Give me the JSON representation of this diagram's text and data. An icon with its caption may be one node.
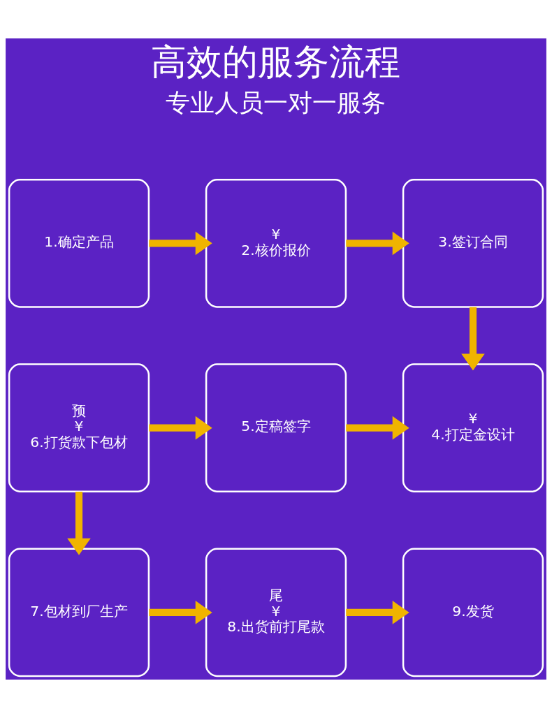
{
  "diagram": {
    "title": "高效的服务流程",
    "nodes": [
      {
        "text": [
          "1.确定产品"
        ]
      },
      {
        "text": [
          "¥",
          "2.核价报价"
        ]
      },
      {
        "text": [
          "3.签订合同"
        ]
      },
      {
        "text": [
          "预",
          "¥",
          "6.打货款下包材"
        ]
      },
      {
        "text": [
          "5.定稿签字"
        ]
      },
      {
        "text": [
          "¥",
          "4.打定金设计"
        ]
      },
      {
        "text": [
          "7.包材到厂生产"
        ]
      },
      {
        "text": [
          "尾",
          "¥",
          "8.出货前打尾款"
        ]
      },
      {
        "text": [
          "9.发货"
        ]
      }
    ],
    "edges": [
      {
        "from": 0,
        "to": 1,
        "arrow": "to"
      },
      {
        "from": 1,
        "to": 2,
        "arrow": "to"
      },
      {
        "from": 2,
        "to": 5,
        "arrow": "to"
      },
      {
        "from": 3,
        "to": 4,
        "arrow": "to"
      },
      {
        "from": 4,
        "to": 5,
        "arrow": "to"
      },
      {
        "from": 3,
        "to": 6,
        "arrow": "to"
      },
      {
        "from": 6,
        "to": 7,
        "arrow": "to"
      },
      {
        "from": 7,
        "to": 8,
        "arrow": "to"
      }
    ],
    "labels": [
      "专业人员一对一服务"
    ]
  }
}
